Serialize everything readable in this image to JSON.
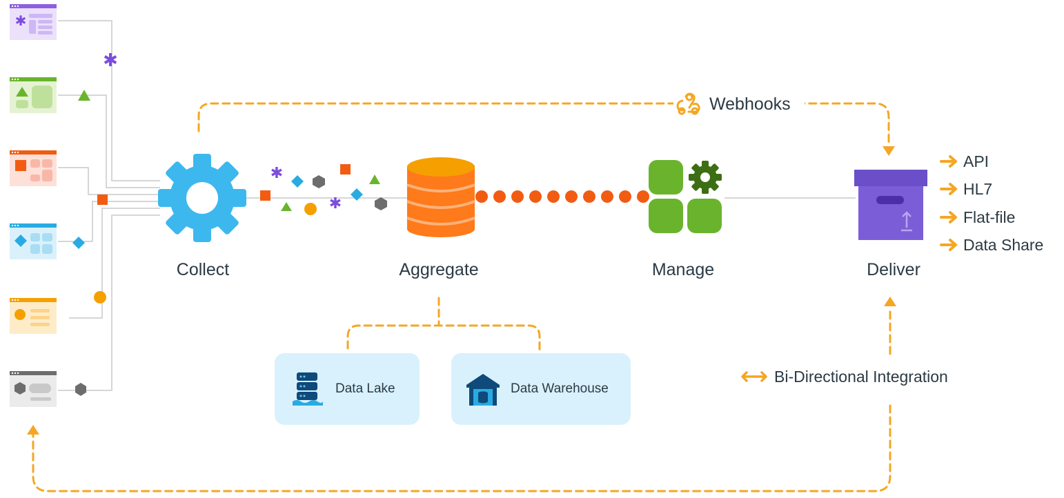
{
  "stages": {
    "collect": "Collect",
    "aggregate": "Aggregate",
    "manage": "Manage",
    "deliver": "Deliver"
  },
  "webhooks_label": "Webhooks",
  "bidirectional_label": "Bi-Directional Integration",
  "outputs": [
    "API",
    "HL7",
    "Flat-file",
    "Data Share"
  ],
  "storage": {
    "data_lake": "Data Lake",
    "data_warehouse": "Data Warehouse"
  },
  "sources": [
    {
      "icon": "asterisk-icon",
      "color": "#7c4ddd"
    },
    {
      "icon": "triangle-icon",
      "color": "#6ab42d"
    },
    {
      "icon": "square-icon",
      "color": "#f25c12"
    },
    {
      "icon": "diamond-icon",
      "color": "#29abe2"
    },
    {
      "icon": "circle-icon",
      "color": "#f5a000"
    },
    {
      "icon": "hexagon-icon",
      "color": "#6d6d6d"
    }
  ],
  "colors": {
    "dashed_connector": "#f5a623",
    "gear": "#3db8ee",
    "database": "#ff7a1a",
    "database_top": "#f5a000",
    "manage_green": "#6ab42d",
    "manage_gear": "#3c6e13",
    "deliver_box": "#7b5ed7",
    "storage_bg": "#d9f1fc"
  }
}
